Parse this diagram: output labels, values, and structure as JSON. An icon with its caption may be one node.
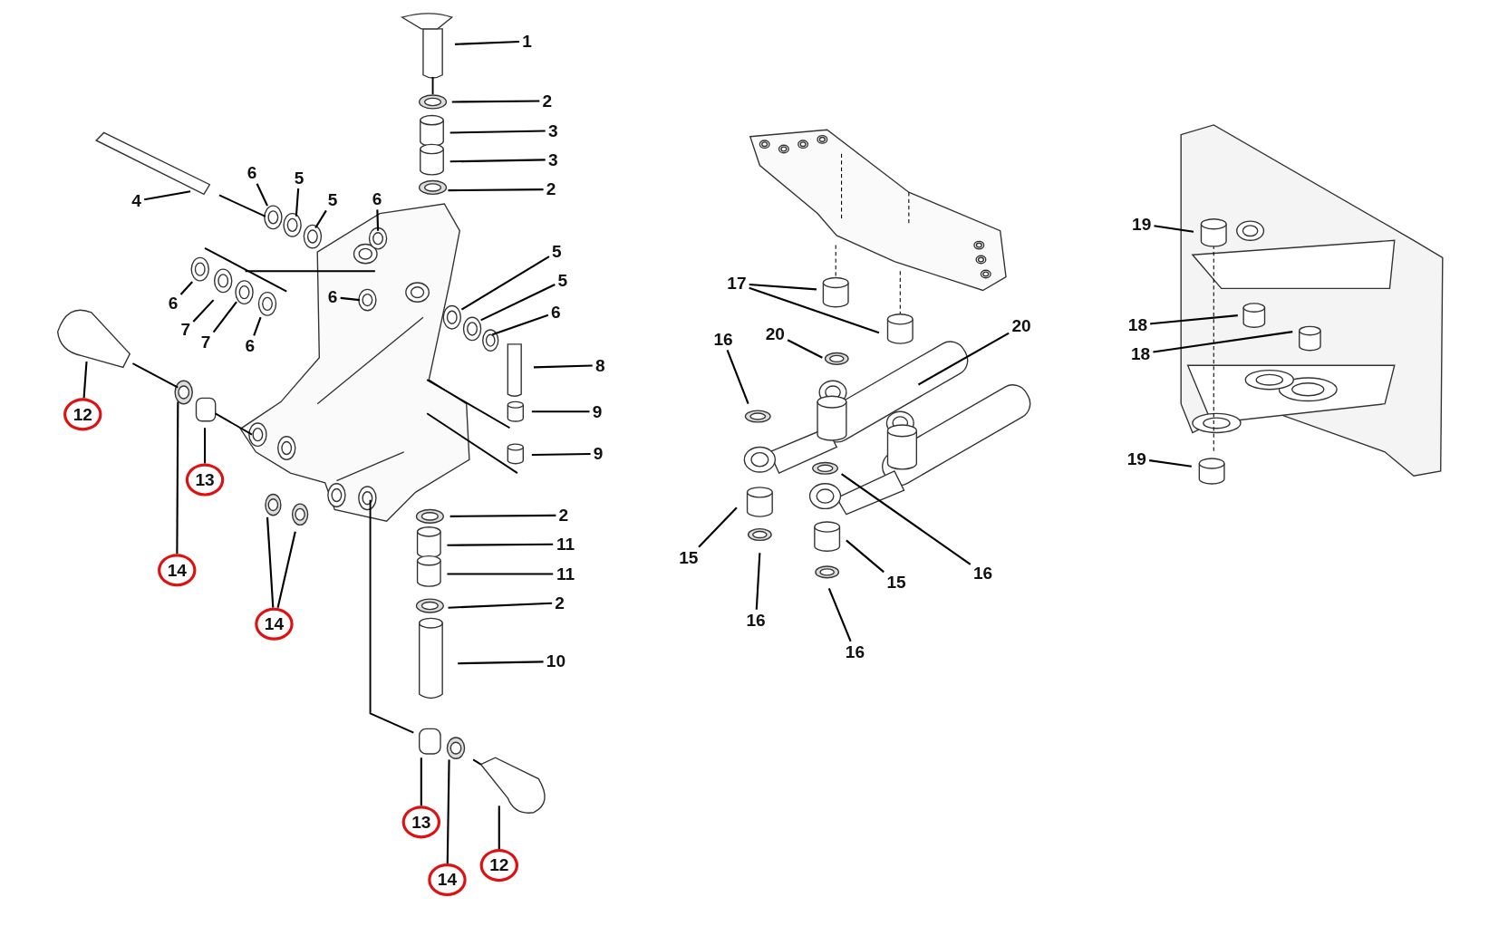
{
  "diagram": {
    "nodes": [
      {
        "text": [
          "1"
        ]
      },
      {
        "text": [
          "2"
        ]
      },
      {
        "text": [
          "3"
        ]
      },
      {
        "text": [
          "3"
        ]
      },
      {
        "text": [
          "2"
        ]
      },
      {
        "text": [
          "4"
        ]
      },
      {
        "text": [
          "6"
        ]
      },
      {
        "text": [
          "5"
        ]
      },
      {
        "text": [
          "5"
        ]
      },
      {
        "text": [
          "6"
        ]
      },
      {
        "text": [
          "6"
        ]
      },
      {
        "text": [
          "7"
        ]
      },
      {
        "text": [
          "7"
        ]
      },
      {
        "text": [
          "6"
        ]
      },
      {
        "text": [
          "6"
        ]
      },
      {
        "text": [
          "5"
        ]
      },
      {
        "text": [
          "5"
        ]
      },
      {
        "text": [
          "6"
        ]
      },
      {
        "text": [
          "8"
        ]
      },
      {
        "text": [
          "9"
        ]
      },
      {
        "text": [
          "9"
        ]
      },
      {
        "text": [
          "12"
        ]
      },
      {
        "text": [
          "13"
        ]
      },
      {
        "text": [
          "14"
        ]
      },
      {
        "text": [
          "14"
        ]
      },
      {
        "text": [
          "2"
        ]
      },
      {
        "text": [
          "11"
        ]
      },
      {
        "text": [
          "11"
        ]
      },
      {
        "text": [
          "2"
        ]
      },
      {
        "text": [
          "10"
        ]
      },
      {
        "text": [
          "13"
        ]
      },
      {
        "text": [
          "14"
        ]
      },
      {
        "text": [
          "12"
        ]
      },
      {
        "text": [
          "17"
        ]
      },
      {
        "text": [
          "20"
        ]
      },
      {
        "text": [
          "20"
        ]
      },
      {
        "text": [
          "16"
        ]
      },
      {
        "text": [
          "15"
        ]
      },
      {
        "text": [
          "16"
        ]
      },
      {
        "text": [
          "16"
        ]
      },
      {
        "text": [
          "15"
        ]
      },
      {
        "text": [
          "16"
        ]
      },
      {
        "text": [
          "19"
        ]
      },
      {
        "text": [
          "18"
        ]
      },
      {
        "text": [
          "18"
        ]
      },
      {
        "text": [
          "19"
        ]
      }
    ],
    "edges": [
      {
        "from": 0,
        "to": null,
        "arrow": "none"
      },
      {
        "from": 1,
        "to": null,
        "arrow": "none"
      },
      {
        "from": 2,
        "to": null,
        "arrow": "none"
      },
      {
        "from": 3,
        "to": null,
        "arrow": "none"
      },
      {
        "from": 4,
        "to": null,
        "arrow": "none"
      },
      {
        "from": 5,
        "to": null,
        "arrow": "none"
      },
      {
        "from": 6,
        "to": null,
        "arrow": "none"
      },
      {
        "from": 7,
        "to": null,
        "arrow": "none"
      },
      {
        "from": 8,
        "to": null,
        "arrow": "none"
      },
      {
        "from": 9,
        "to": null,
        "arrow": "none"
      },
      {
        "from": 10,
        "to": null,
        "arrow": "none"
      },
      {
        "from": 11,
        "to": null,
        "arrow": "none"
      },
      {
        "from": 12,
        "to": null,
        "arrow": "none"
      },
      {
        "from": 13,
        "to": null,
        "arrow": "none"
      },
      {
        "from": 14,
        "to": null,
        "arrow": "none"
      },
      {
        "from": 15,
        "to": null,
        "arrow": "none"
      },
      {
        "from": 16,
        "to": null,
        "arrow": "none"
      },
      {
        "from": 17,
        "to": null,
        "arrow": "none"
      },
      {
        "from": 18,
        "to": null,
        "arrow": "none"
      },
      {
        "from": 19,
        "to": null,
        "arrow": "none"
      },
      {
        "from": 20,
        "to": null,
        "arrow": "none"
      },
      {
        "from": 21,
        "to": null,
        "arrow": "none"
      },
      {
        "from": 22,
        "to": null,
        "arrow": "none"
      },
      {
        "from": 23,
        "to": null,
        "arrow": "none"
      },
      {
        "from": 24,
        "to": null,
        "arrow": "none"
      },
      {
        "from": 24,
        "to": null,
        "arrow": "none"
      },
      {
        "from": 25,
        "to": null,
        "arrow": "none"
      },
      {
        "from": 26,
        "to": null,
        "arrow": "none"
      },
      {
        "from": 27,
        "to": null,
        "arrow": "none"
      },
      {
        "from": 28,
        "to": null,
        "arrow": "none"
      },
      {
        "from": 29,
        "to": null,
        "arrow": "none"
      },
      {
        "from": 30,
        "to": null,
        "arrow": "none"
      },
      {
        "from": 31,
        "to": null,
        "arrow": "none"
      },
      {
        "from": 32,
        "to": null,
        "arrow": "none"
      },
      {
        "from": 33,
        "to": null,
        "arrow": "none"
      },
      {
        "from": 33,
        "to": null,
        "arrow": "none"
      },
      {
        "from": 34,
        "to": null,
        "arrow": "none"
      },
      {
        "from": 35,
        "to": null,
        "arrow": "none"
      },
      {
        "from": 36,
        "to": null,
        "arrow": "none"
      },
      {
        "from": 37,
        "to": null,
        "arrow": "none"
      },
      {
        "from": 38,
        "to": null,
        "arrow": "none"
      },
      {
        "from": 39,
        "to": null,
        "arrow": "none"
      },
      {
        "from": 40,
        "to": null,
        "arrow": "none"
      },
      {
        "from": 41,
        "to": null,
        "arrow": "none"
      },
      {
        "from": 42,
        "to": null,
        "arrow": "none"
      },
      {
        "from": 43,
        "to": null,
        "arrow": "none"
      },
      {
        "from": 44,
        "to": null,
        "arrow": "none"
      },
      {
        "from": 45,
        "to": null,
        "arrow": "none"
      }
    ]
  }
}
